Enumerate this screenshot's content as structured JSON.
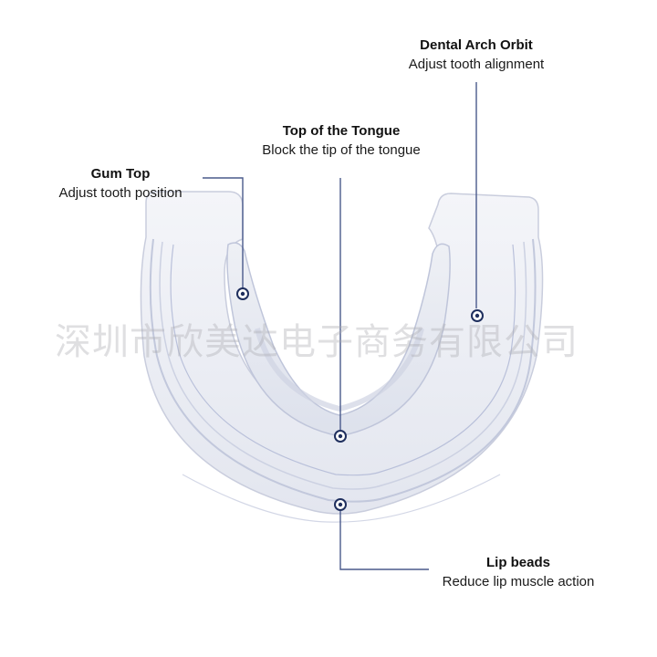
{
  "callouts": [
    {
      "id": "dental-arch-orbit",
      "title": "Dental Arch Orbit",
      "description": "Adjust tooth alignment"
    },
    {
      "id": "top-of-tongue",
      "title": "Top of the Tongue",
      "description": "Block the tip of the tongue"
    },
    {
      "id": "gum-top",
      "title": "Gum Top",
      "description": "Adjust tooth position"
    },
    {
      "id": "lip-beads",
      "title": "Lip beads",
      "description": "Reduce lip muscle action"
    }
  ],
  "watermark": "深圳市欣美达电子商务有限公司",
  "colors": {
    "leader_line": "#4a5a8c",
    "marker": "#1f2f5e",
    "tray_fill": "#eceef4",
    "tray_edge": "#c4c9dc"
  },
  "icons": {
    "marker": "concentric-circle-marker-icon"
  }
}
